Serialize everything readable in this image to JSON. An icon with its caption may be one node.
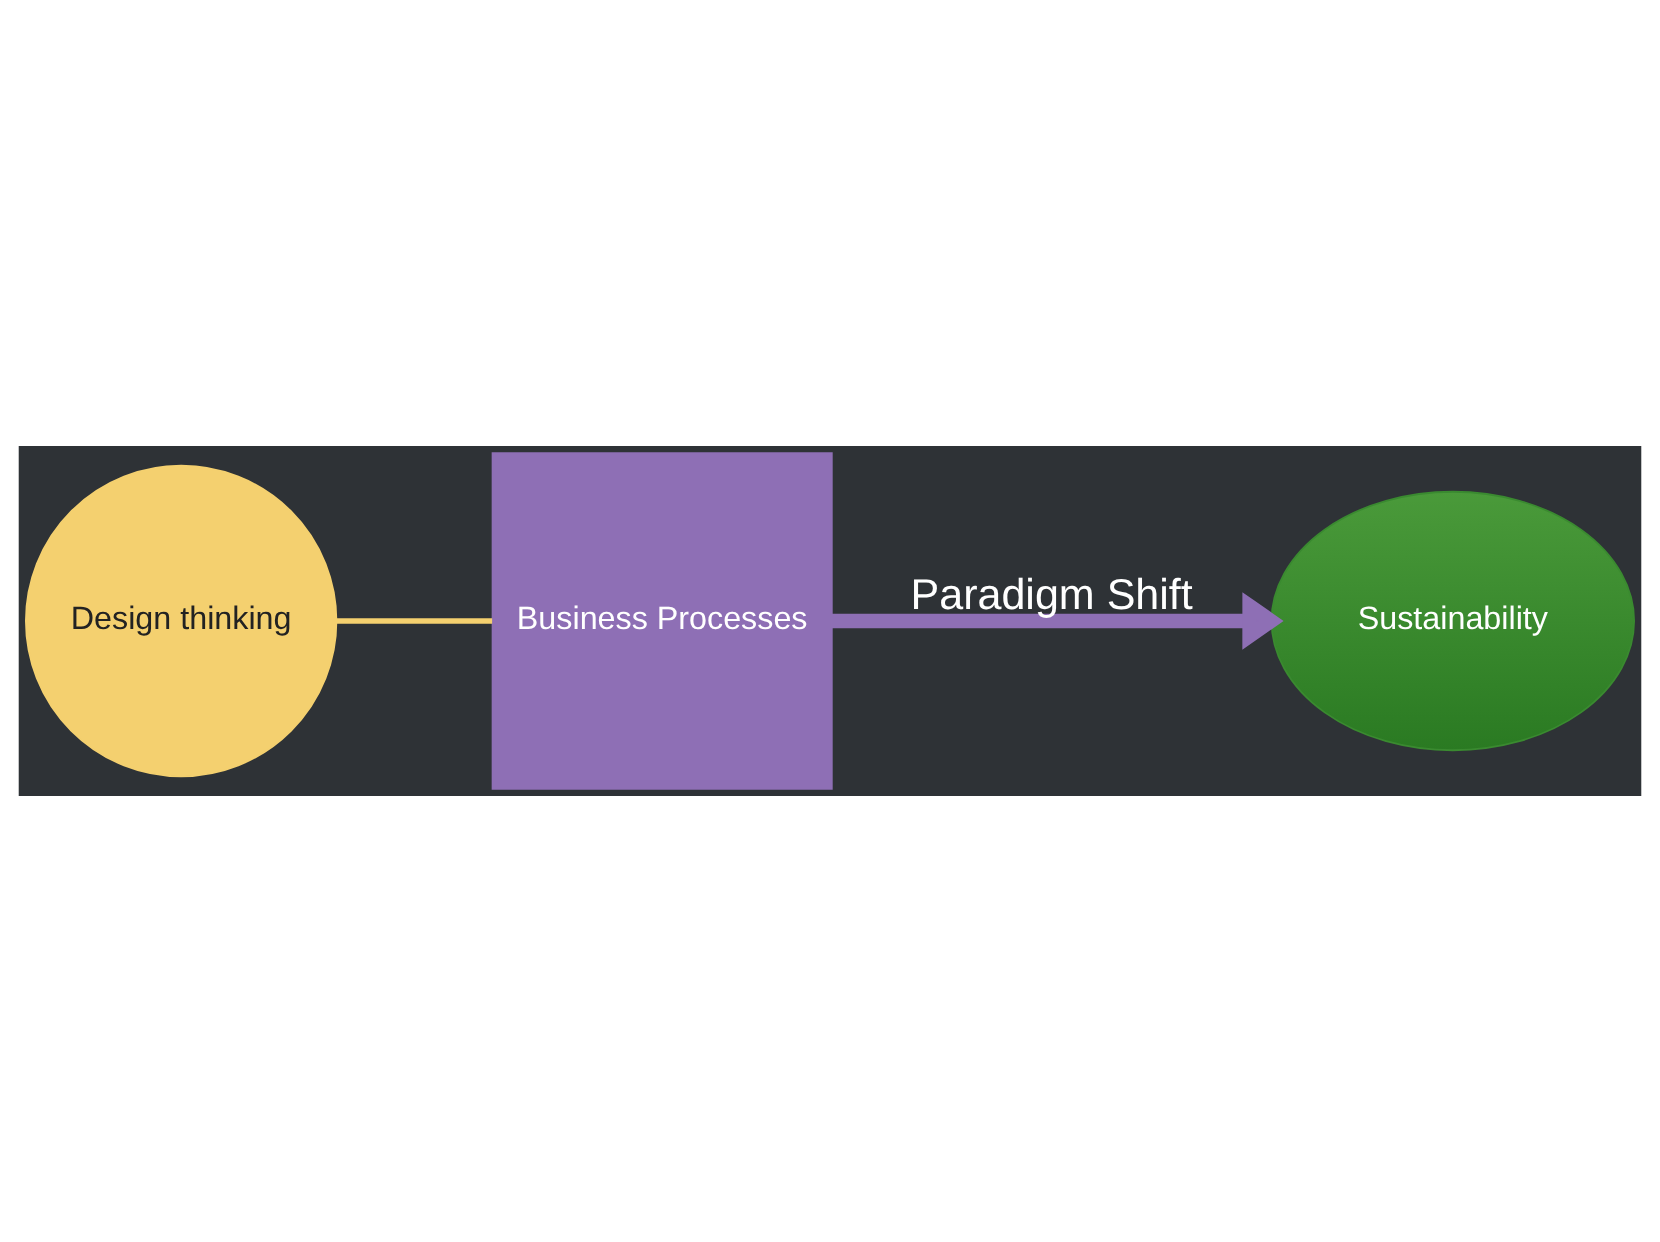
{
  "diagram": {
    "nodes": [
      {
        "text": [
          "Business Processes"
        ]
      },
      {
        "text": [
          "Design thinking"
        ]
      },
      {
        "text": [
          "Sustainability"
        ]
      }
    ],
    "edges": [
      {
        "from": 1,
        "to": 0,
        "arrow": "none",
        "color": "#f4d06f"
      },
      {
        "from": 0,
        "to": 2,
        "arrow": "to",
        "label": "Paradigm Shift",
        "style": "thick",
        "color": "#8e6fb5"
      }
    ]
  }
}
